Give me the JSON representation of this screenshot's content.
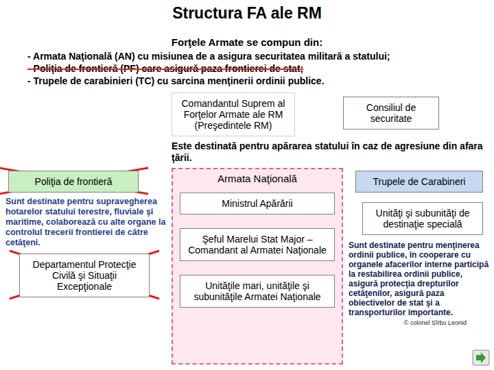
{
  "diagram": {
    "title": "Structura FA ale RM",
    "nodes": [
      {
        "text": [
          "Comandantul Suprem al Forţelor Armate ale RM (Preşedintele RM)"
        ]
      },
      {
        "text": [
          "Consiliul de securitate"
        ]
      },
      {
        "text": [
          "Armata Naţională"
        ]
      },
      {
        "text": [
          "Ministrul Apărării"
        ],
        "in": 2
      },
      {
        "text": [
          "Şeful Marelui Stat Major – Comandant al Armatei Naţionale"
        ],
        "in": 2
      },
      {
        "text": [
          "Unităţile mari, unităţile şi subunităţile Armatei Naţionale"
        ],
        "in": 2
      },
      {
        "text": [
          "Poliţia de frontieră"
        ]
      },
      {
        "text": [
          "Departamentul Protecţie Civilă şi Situaţii Excepţionale"
        ]
      },
      {
        "text": [
          "Trupele de Carabineri"
        ]
      },
      {
        "text": [
          "Unităţi şi subunităţi de destinaţie specială"
        ]
      }
    ],
    "labels": [
      "Forţele Armate se compun din:",
      "- Armata Naţională (AN) cu misiunea de a asigura securitatea militară a statului;",
      "- Poliţia de frontieră (PF) care asigură paza frontierei de stat;",
      "- Trupele de carabinieri (TC) cu sarcina menţinerii ordinii publice.",
      "Este destinată pentru apărarea statului în caz de agresiune din afara ţării.",
      "Sunt destinate pentru supravegherea hotarelor statului terestre, fluviale şi maritime, colaborează cu alte organe la controlul trecerii frontierei de către cetăţeni.",
      "Sunt destinate pentru menţinerea ordinii publice, în cooperare cu organele afacerilor interne participă la restabilirea ordinii publice, asigură protecţia drepturilor cetăţenilor, asigură paza obiectivelor de stat şi a transporturilor importante.",
      "© colonel Sîrbu Leonid"
    ]
  }
}
